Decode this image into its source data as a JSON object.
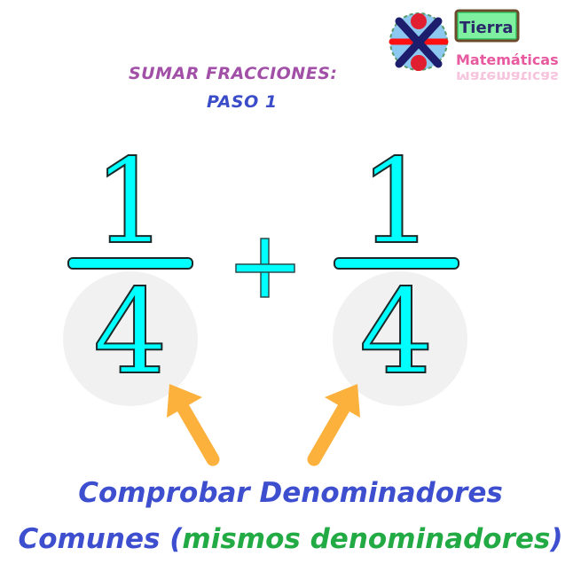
{
  "header": {
    "title": "SUMAR FRACCIONES:",
    "subtitle": "PASO 1",
    "title_color": "#a24fa8",
    "subtitle_color": "#3b4cc8"
  },
  "logo": {
    "top_word": "Tierra",
    "bottom_word": "Matemáticas",
    "icon": "x-cross-circle-logo-icon"
  },
  "equation": {
    "fraction_left": {
      "numerator": "1",
      "denominator": "4"
    },
    "operator": "+",
    "fraction_right": {
      "numerator": "1",
      "denominator": "4"
    },
    "digit_color": "#00ffff",
    "outline_color": "#1a2a2a",
    "highlight_circle_color": "#f1f1f1"
  },
  "arrows": {
    "color": "#fbb13c",
    "left": "arrow-up-left-icon",
    "right": "arrow-up-right-icon"
  },
  "caption": {
    "line1": "Comprobar Denominadores",
    "line2_part1": "Comunes (",
    "line2_part2": "mismos denominadores",
    "line2_part3": ")",
    "primary_color": "#3d4fcf",
    "highlight_color": "#22aa44"
  }
}
